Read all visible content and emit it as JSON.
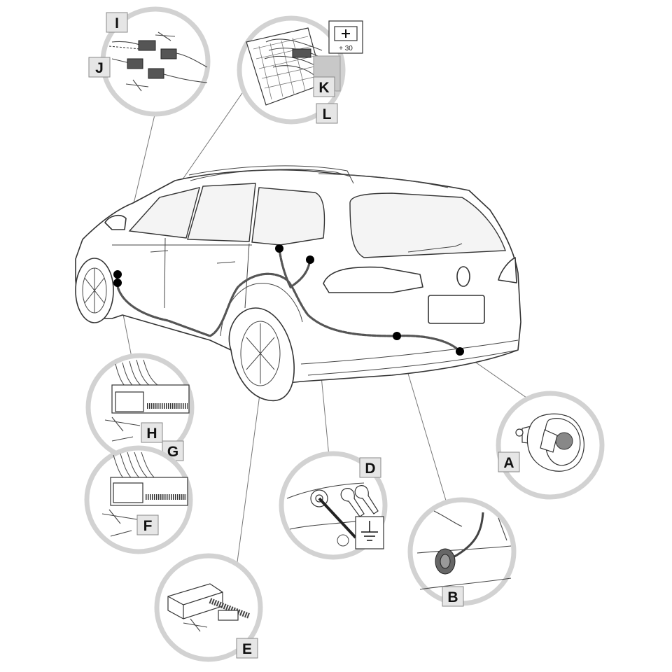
{
  "callouts": {
    "A": "A",
    "B": "B",
    "D": "D",
    "E": "E",
    "F": "F",
    "G": "G",
    "H": "H",
    "I": "I",
    "J": "J",
    "K": "K",
    "L": "L"
  },
  "battery_label": "+ 30",
  "icons": {
    "battery": "battery-plus-icon",
    "ground": "ground-symbol-icon",
    "disconnect": "cut-wire-icon"
  },
  "colors": {
    "circle_frame": "#d2d2d2",
    "label_box": "#e6e6e6",
    "harness": "#555555",
    "connection_dot": "#000000"
  }
}
